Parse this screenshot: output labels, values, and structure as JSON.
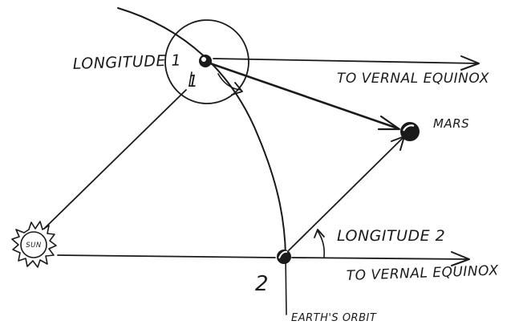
{
  "diagram": {
    "labels": {
      "longitude1": "LONGITUDE 1",
      "longitude2": "LONGITUDE 2",
      "vernal1": "TO VERNAL EQUINOX",
      "vernal2": "TO VERNAL EQUINOX",
      "mars": "MARS",
      "sun": "SUN",
      "orbit": "EARTH'S ORBIT",
      "pos1": "1",
      "pos2": "2"
    }
  }
}
